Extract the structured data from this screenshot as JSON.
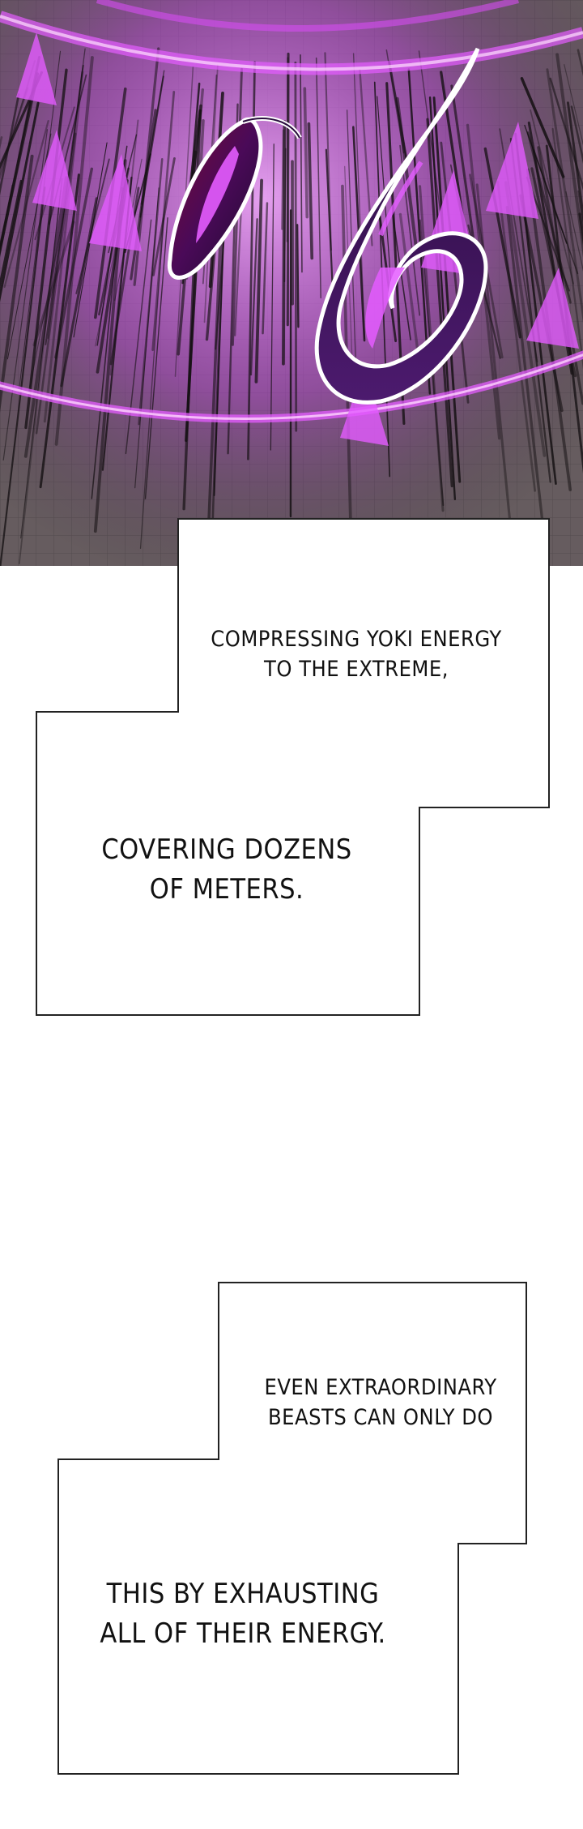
{
  "panel": {
    "sound_effect": " ",
    "colors": {
      "glow": "#e45cff",
      "deep_purple": "#3a0b4e",
      "crimson": "#8a0a3a",
      "ground": "#7a7072",
      "streak": "#1a1618"
    }
  },
  "captions": {
    "box1_text1": "COMPRESSING YOKI ENERGY\nTO THE EXTREME,",
    "box1_text2": "COVERING DOZENS\nOF METERS.",
    "box2_text1": "EVEN EXTRAORDINARY\nBEASTS CAN ONLY DO",
    "box2_text2": "THIS BY EXHAUSTING\nALL OF THEIR ENERGY."
  }
}
